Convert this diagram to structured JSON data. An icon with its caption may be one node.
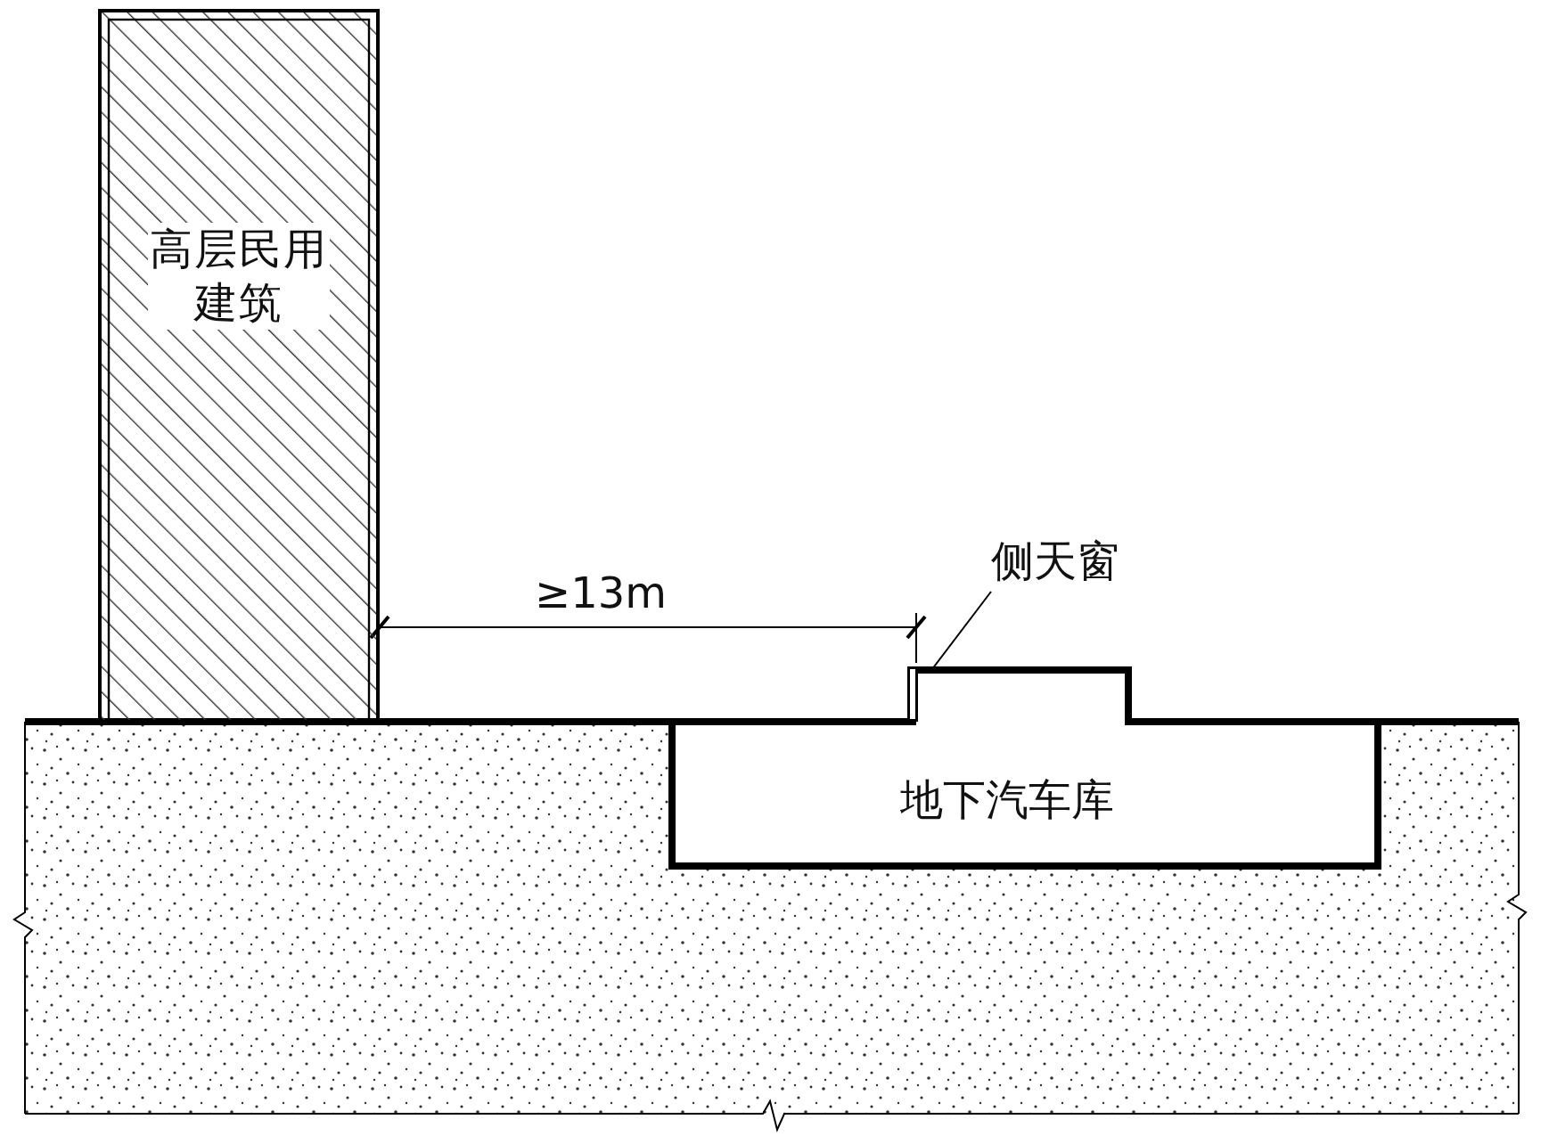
{
  "diagram": {
    "nodes": [
      {
        "text": [
          "高层民用建筑"
        ]
      },
      {
        "text": [
          "地下汽车库"
        ]
      },
      {
        "text": [
          "侧天窗"
        ]
      },
      {
        "text": [],
        "shape": "box",
        "in": 1
      }
    ],
    "edges": [
      {
        "from": 2,
        "to": 3,
        "arrow": "none"
      }
    ],
    "labels": [
      "≥13m"
    ]
  }
}
